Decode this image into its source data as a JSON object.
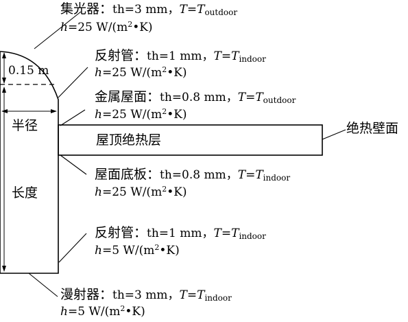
{
  "labels": {
    "collector": {
      "name": "集光器：",
      "th": "th=3 mm，",
      "t_var": "T",
      "t_eq": "=",
      "t_var2": "T",
      "t_sub": "outdoor",
      "h_var": "h",
      "h_val": "=25 W/(m",
      "h_sup": "2",
      "h_tail": "•K)"
    },
    "reflector_top": {
      "name": "反射管：",
      "th": "th=1 mm，",
      "t_var": "T",
      "t_eq": "=",
      "t_var2": "T",
      "t_sub": "indoor",
      "h_var": "h",
      "h_val": "=25 W/(m",
      "h_sup": "2",
      "h_tail": "•K)"
    },
    "metal_roof": {
      "name": "金属屋面：",
      "th": "th=0.8 mm，",
      "t_var": "T",
      "t_eq": "=",
      "t_var2": "T",
      "t_sub": "outdoor",
      "h_var": "h",
      "h_val": "=25 W/(m",
      "h_sup": "2",
      "h_tail": "•K)"
    },
    "roof_base": {
      "name": "屋面底板：",
      "th": "th=0.8 mm，",
      "t_var": "T",
      "t_eq": "=",
      "t_var2": "T",
      "t_sub": "indoor",
      "h_var": "h",
      "h_val": "=25 W/(m",
      "h_sup": "2",
      "h_tail": "•K)"
    },
    "reflector_bottom": {
      "name": "反射管：",
      "th": "th=1 mm，",
      "t_var": "T",
      "t_eq": "=",
      "t_var2": "T",
      "t_sub": "indoor",
      "h_var": "h",
      "h_val": "=5 W/(m",
      "h_sup": "2",
      "h_tail": "•K)"
    },
    "diffuser": {
      "name": "漫射器：",
      "th": "th=3 mm，",
      "t_var": "T",
      "t_eq": "=",
      "t_var2": "T",
      "t_sub": "indoor",
      "h_var": "h",
      "h_val": "=5 W/(m",
      "h_sup": "2",
      "h_tail": "•K)"
    }
  },
  "inner_text": {
    "dome_height": "0.15 m",
    "radius": "半径",
    "length": "长度",
    "insulation_layer": "屋顶绝热层",
    "adiabatic_wall": "绝热壁面"
  }
}
